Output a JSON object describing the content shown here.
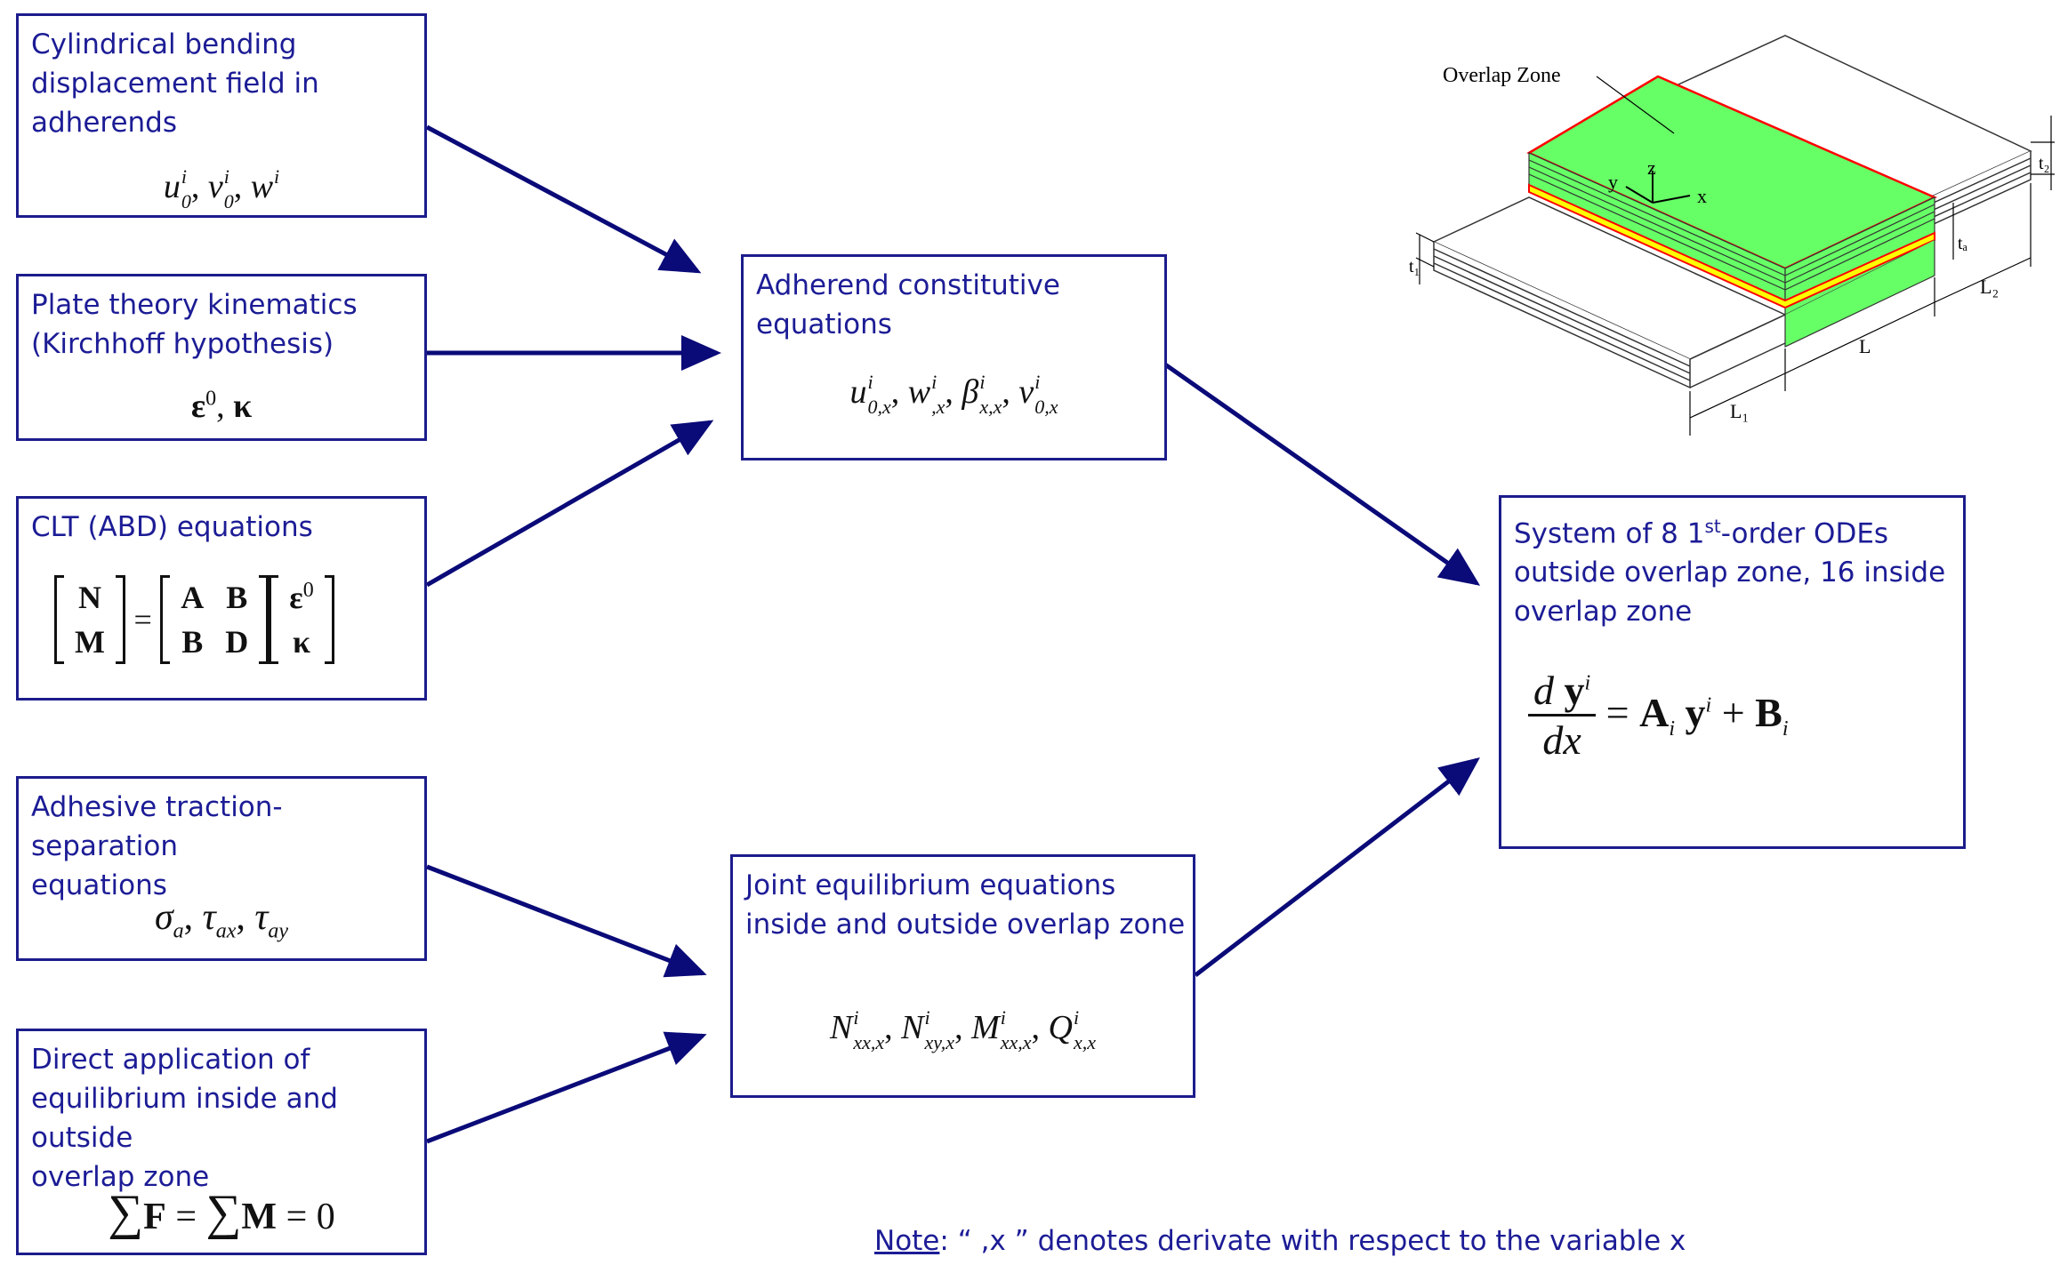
{
  "boxes": {
    "cylindrical": {
      "title": "Cylindrical bending\ndisplacement field in\nadherends",
      "eq": "u0, v0, w (superscript i)"
    },
    "plate": {
      "title": "Plate theory kinematics\n(Kirchhoff hypothesis)",
      "eq": "ε0, κ"
    },
    "clt": {
      "title": "CLT (ABD) equations"
    },
    "adhesive": {
      "title": "Adhesive traction-separation\nequations"
    },
    "direct": {
      "title": "Direct application of\nequilibrium inside and outside\noverlap zone"
    },
    "constitutive": {
      "title": "Adherend constitutive\nequations"
    },
    "joint": {
      "title": "Joint equilibrium equations\ninside and outside overlap zone"
    },
    "system": {
      "title_a": "System of 8 1",
      "title_sup": "st",
      "title_b": "-order ODEs\noutside overlap zone, 16 inside\noverlap zone"
    }
  },
  "note": {
    "label": "Note",
    "text": ": “ ,x ” denotes derivate with respect to the variable x"
  },
  "figure": {
    "overlap_label": "Overlap Zone",
    "labels": {
      "t1": "t₁",
      "t2": "t₂",
      "ta": "tₐ",
      "L": "L",
      "L1": "L₁",
      "L2": "L₂",
      "x": "x",
      "y": "y",
      "z": "z"
    }
  },
  "colors": {
    "box_border": "#1c1c8c",
    "text_blue": "#1c1c96",
    "arrow": "#0a0a78",
    "overlap_green": "#66ff66",
    "adhesive_yellow": "#ffff00",
    "overlap_red": "#ff0000"
  }
}
